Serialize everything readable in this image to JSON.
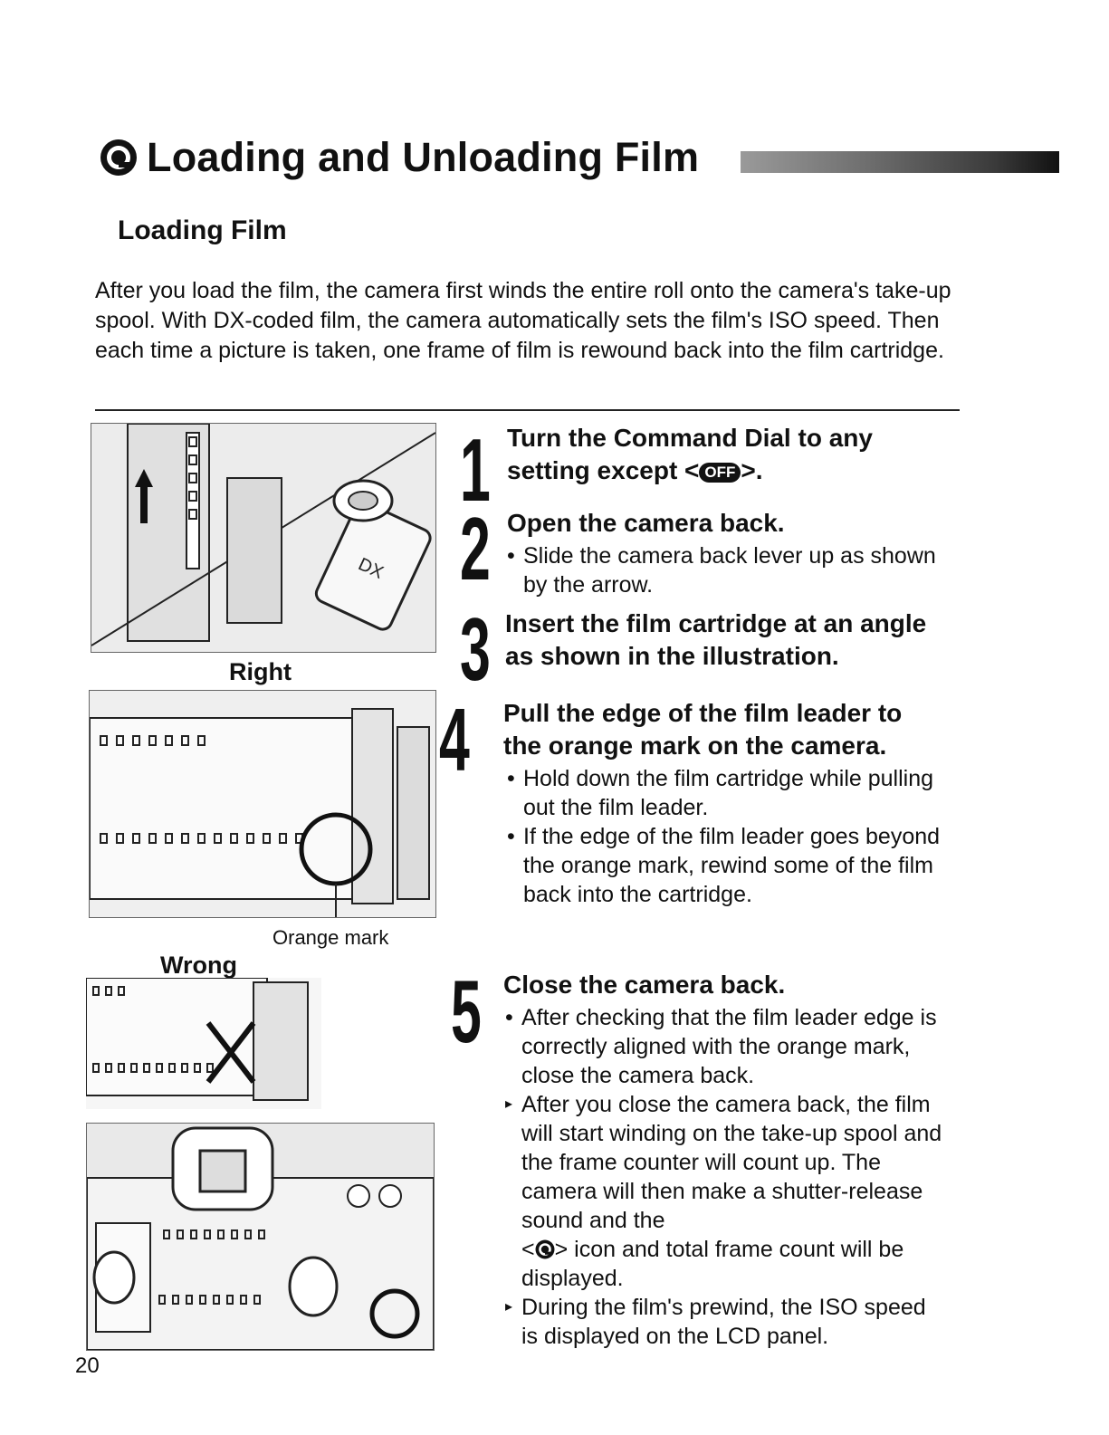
{
  "header": {
    "title": "Loading and Unloading Film",
    "section": "Loading Film"
  },
  "intro": "After you load the film, the camera first winds the entire roll onto the camera's take-up spool. With DX-coded film, the camera automatically sets the film's ISO speed. Then each time a picture is taken, one frame of film is rewound back into the film cartridge.",
  "illustrations": {
    "right_label": "Right",
    "orange_mark_label": "Orange mark",
    "wrong_label": "Wrong",
    "dx_text": "DX"
  },
  "steps": [
    {
      "num": "1",
      "title": "Turn the Command Dial to any setting except <",
      "title_icon_text": "OFF",
      "title_end": ">.",
      "bullets": []
    },
    {
      "num": "2",
      "title": "Open the camera back.",
      "bullets": [
        "Slide the camera back lever up as shown by the arrow."
      ]
    },
    {
      "num": "3",
      "title": "Insert the film cartridge at an angle as shown in the illustration.",
      "bullets": []
    },
    {
      "num": "4",
      "title": "Pull the edge of the film leader to the orange mark on the camera.",
      "bullets": [
        "Hold down the film cartridge while pulling out the film leader.",
        "If the edge of the film leader goes beyond the orange mark, rewind some of the film back into the cartridge."
      ]
    },
    {
      "num": "5",
      "title": "Close the camera back.",
      "bullets": [
        "After checking that the film leader edge is correctly aligned with the orange mark, close the camera back."
      ],
      "arrow_bullets": [
        "After you close the camera back, the film will start winding on the take-up spool and the frame counter will count up. The camera will then make a shutter-release sound and the",
        "During the film's prewind, the ISO speed is displayed on the LCD panel."
      ],
      "icon_line_pre": "<",
      "icon_line_post": "> icon and total frame count will be displayed."
    }
  ],
  "page_number": "20"
}
